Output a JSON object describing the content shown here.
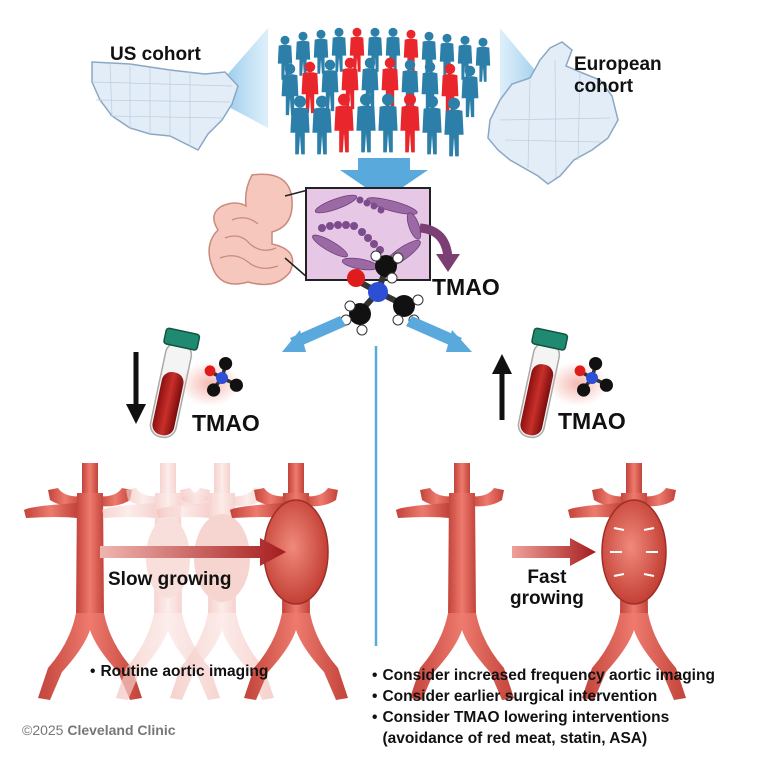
{
  "cohorts": {
    "us_label": "US cohort",
    "eu_label_line1": "European",
    "eu_label_line2": "cohort"
  },
  "metabolite": "TMAO",
  "left_panel": {
    "trend": "down",
    "marker_label": "TMAO",
    "growth_label": "Slow growing",
    "bullets": [
      "Routine aortic imaging"
    ]
  },
  "right_panel": {
    "trend": "up",
    "marker_label": "TMAO",
    "growth_label_line1": "Fast",
    "growth_label_line2": "growing",
    "bullets": [
      "Consider increased frequency aortic imaging",
      "Consider earlier surgical intervention",
      "Consider TMAO lowering interventions",
      "(avoidance of red meat, statin, ASA)"
    ]
  },
  "credit": {
    "copyright": "©2025",
    "org": "Cleveland Clinic"
  },
  "colors": {
    "blue_arrow": "#5aa9dc",
    "cohort_highlight": "#e8262b",
    "cohort_people": "#2b7fa8",
    "aorta": "#d9564c",
    "microbiome_arrow": "#7b3f73",
    "divider": "#5aa9dc"
  }
}
